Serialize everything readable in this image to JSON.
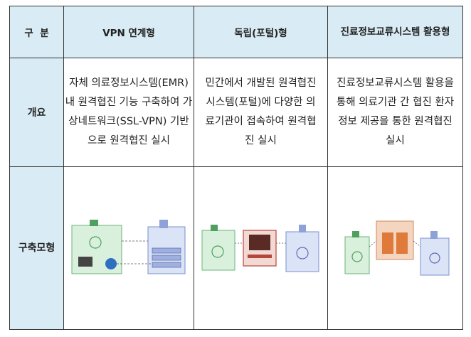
{
  "header": {
    "category": "구  분",
    "col_vpn": "VPN 연계형",
    "col_portal": "독립(포털)형",
    "col_exchange": "진료정보교류시스템 활용형"
  },
  "rows": {
    "overview_label": "개요",
    "model_label": "구축모형"
  },
  "overview": {
    "vpn": "자체 의료정보시스템(EMR) 내 원격협진 기능 구축하여 가상네트워크(SSL-VPN) 기반으로 원격협진 실시",
    "portal": "민간에서 개발된 원격협진 시스템(포털)에 다양한 의료기관이 접속하여 원격협진 실시",
    "exchange": "진료정보교류시스템 활용을 통해 의료기관 간 협진 환자 정보 제공을 통한 원격협진 실시"
  },
  "colors": {
    "header_bg": "#d9ebf4",
    "green_box": "#d8f0dc",
    "blue_box": "#dbe3f7",
    "portal_red": "#b5473a",
    "exchange_orange": "#f4d6c0"
  }
}
